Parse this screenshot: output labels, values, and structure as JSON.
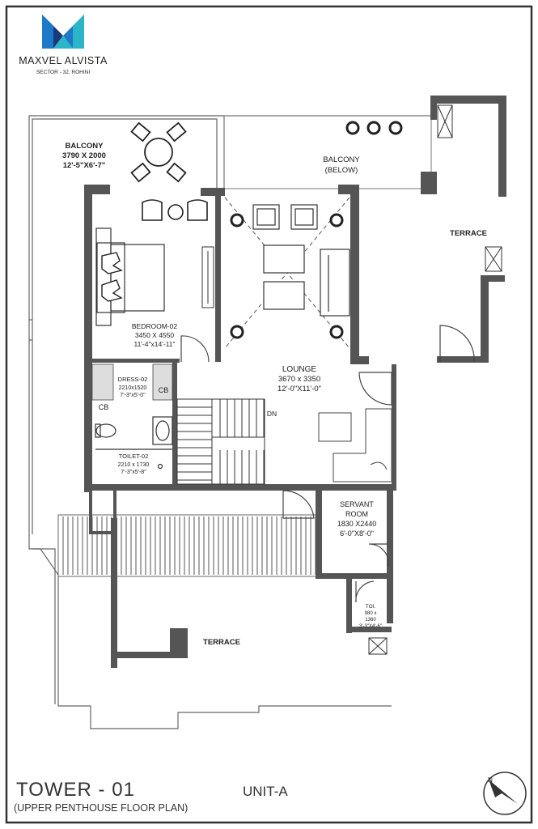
{
  "brand": {
    "name": "MAXVEL ALVISTA",
    "location": "SECTOR - 32, ROHINI",
    "colors": {
      "logo_blue": "#1e78c8",
      "logo_teal": "#2bb5c9",
      "logo_navy": "#173a78"
    }
  },
  "rooms": {
    "balcony_top": {
      "name": "BALCONY",
      "size_mm": "3790 X 2000",
      "size_ft": "12'-5\"X6'-7\""
    },
    "balcony_below": {
      "line1": "BALCONY",
      "line2": "(BELOW)"
    },
    "terrace_right": {
      "name": "TERRACE"
    },
    "bedroom": {
      "name": "BEDROOM-02",
      "size_mm": "3450 X 4550",
      "size_ft": "11'-4\"x14'-11\""
    },
    "lounge": {
      "name": "LOUNGE",
      "size_mm": "3670 x 3350",
      "size_ft": "12'-0\"X11'-0\""
    },
    "dress": {
      "name": "DRESS-02",
      "size_mm": "2210x1520",
      "size_ft": "7'-3\"x5'-0\""
    },
    "toilet": {
      "name": "TOILET-02",
      "size_mm": "2210 x 1730",
      "size_ft": "7'-3\"x5'-8\""
    },
    "servant": {
      "line1": "SERVANT",
      "line2": "ROOM",
      "size_mm": "1830 X2440",
      "size_ft": "6'-0\"X8'-0\""
    },
    "toi": {
      "name": "TOI.",
      "size_mm_1": "980 x",
      "size_mm_2": "1360",
      "size_ft": "3'-3\"X4'-6\""
    },
    "terrace_bottom": {
      "name": "TERRACE"
    }
  },
  "markers": {
    "cb_left": "CB",
    "cb_right": "CB",
    "stair": "DN"
  },
  "footer": {
    "tower": "TOWER - 01",
    "plan": "(UPPER PENTHOUSE FLOOR PLAN)",
    "unit": "UNIT-A"
  },
  "icons": [
    "logo-mark",
    "compass-icon"
  ]
}
